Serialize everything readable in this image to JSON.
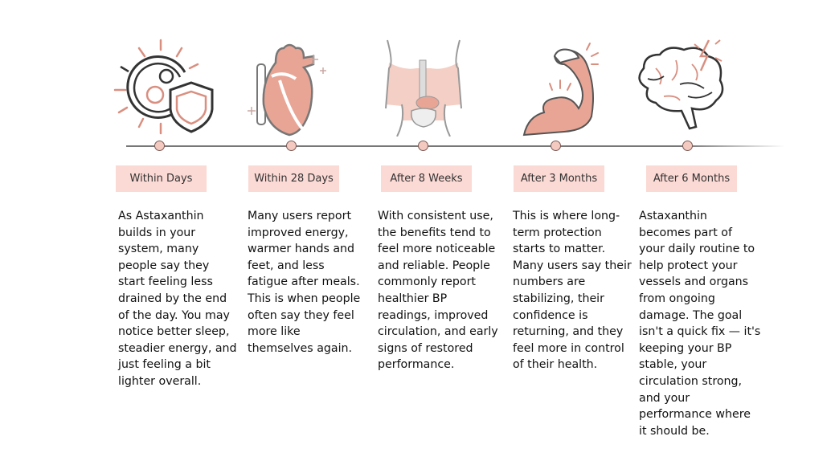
{
  "colors": {
    "accent": "#e8a595",
    "label_bg": "#fbd9d4",
    "dot": "#f4c9c0"
  },
  "stages": [
    {
      "icon": "cell-shield-icon",
      "label": "Within Days",
      "text": "As Astaxanthin builds in your system, many people say they start feeling less drained by the end of the day. You may notice better sleep, steadier energy, and just feeling a bit lighter overall."
    },
    {
      "icon": "heart-icon",
      "label": "Within 28 Days",
      "text": "Many users report improved energy, warmer hands and feet, and less fatigue after meals. This is when people often say they feel more like themselves again."
    },
    {
      "icon": "torso-icon",
      "label": "After 8 Weeks",
      "text": "With consistent use, the benefits tend to feel more noticeable and reliable. People commonly report healthier BP readings, improved circulation, and early signs of restored performance."
    },
    {
      "icon": "flexed-arm-icon",
      "label": "After 3 Months",
      "text": "This is where long-term protection starts to matter. Many users say their numbers are stabilizing, their confidence is returning, and they feel more in control of their health."
    },
    {
      "icon": "brain-icon",
      "label": "After 6 Months",
      "text": "Astaxanthin becomes part of your daily routine to help protect your vessels and organs from ongoing damage. The goal isn't a quick fix — it's keeping your BP stable, your circulation strong, and your performance where it should be."
    }
  ]
}
